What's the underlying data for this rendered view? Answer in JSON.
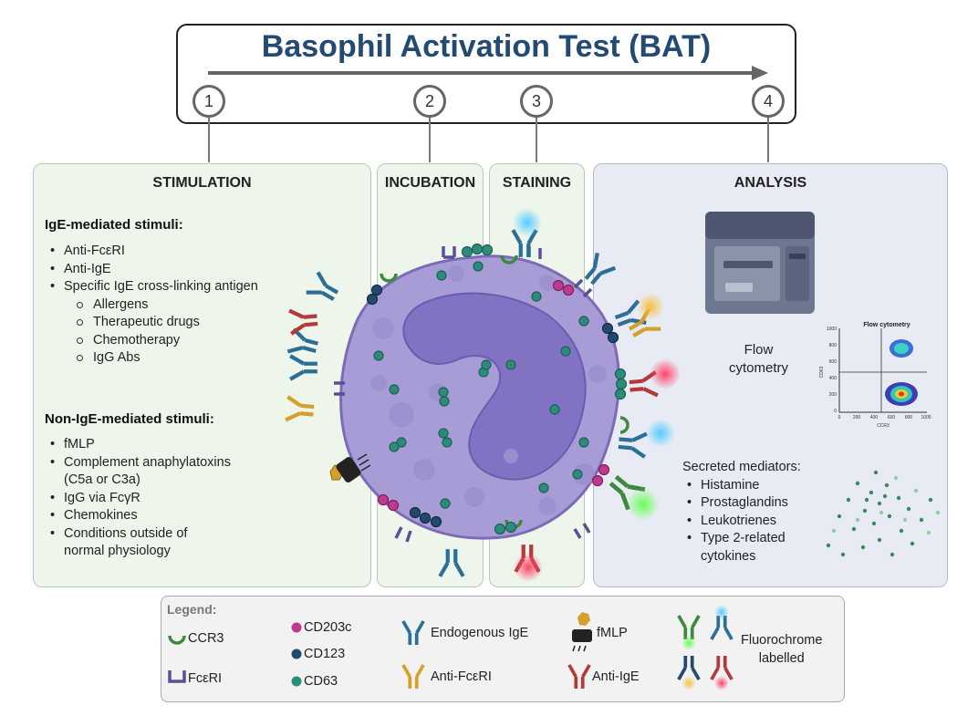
{
  "title": "Basophil Activation Test (BAT)",
  "steps": [
    "1",
    "2",
    "3",
    "4"
  ],
  "panels": {
    "stimulation": "STIMULATION",
    "incubation": "INCUBATION",
    "staining": "STAINING",
    "analysis": "ANALYSIS"
  },
  "stimulation": {
    "ige_heading": "IgE-mediated stimuli:",
    "ige_items": [
      "Anti-FcεRI",
      "Anti-IgE",
      "Specific IgE cross-linking antigen"
    ],
    "ige_subitems": [
      "Allergens",
      "Therapeutic drugs",
      "Chemotherapy",
      "IgG Abs"
    ],
    "non_ige_heading": "Non-IgE-mediated stimuli:",
    "non_ige_items": [
      "fMLP",
      "Complement anaphylatoxins",
      "(C5a or C3a)",
      "IgG via FcγR",
      "Chemokines",
      "Conditions outside of",
      "normal physiology"
    ]
  },
  "analysis": {
    "flow_label_1": "Flow",
    "flow_label_2": "cytometry",
    "plot_title": "Flow cytometry",
    "plot_ylabel": "CD63",
    "plot_xlabel": "CCR3",
    "plot_yticks": [
      "1000",
      "800",
      "600",
      "400",
      "200",
      "0"
    ],
    "plot_xticks": [
      "0",
      "200",
      "400",
      "600",
      "800",
      "1000"
    ],
    "mediators_heading": "Secreted mediators:",
    "mediators": [
      "Histamine",
      "Prostaglandins",
      "Leukotrienes",
      "Type 2-related",
      "cytokines"
    ]
  },
  "legend": {
    "heading": "Legend:",
    "ccr3": "CCR3",
    "fceri": "FcεRI",
    "cd203c": "CD203c",
    "cd123": "CD123",
    "cd63": "CD63",
    "endogenous_ige": "Endogenous IgE",
    "anti_fceri": "Anti-FcεRI",
    "fmlp": "fMLP",
    "anti_ige": "Anti-IgE",
    "fluoro_1": "Fluorochrome",
    "fluoro_2": "labelled"
  },
  "colors": {
    "title": "#234a73",
    "cell_body": "#a89cd6",
    "nucleus": "#8272c4",
    "endogenous_ige": "#2b6f97",
    "anti_fceri": "#d4a02a",
    "anti_ige": "#b23a3a",
    "ccr3": "#3c8a3c",
    "fceri": "#5a4f96",
    "cd203c": "#c0398f",
    "cd123": "#22496e",
    "cd63": "#2c8c7c",
    "fluor_green": "#33dd33",
    "fluor_blue": "#33aaff",
    "fluor_yellow": "#f2b233",
    "fluor_red": "#ff3355"
  }
}
